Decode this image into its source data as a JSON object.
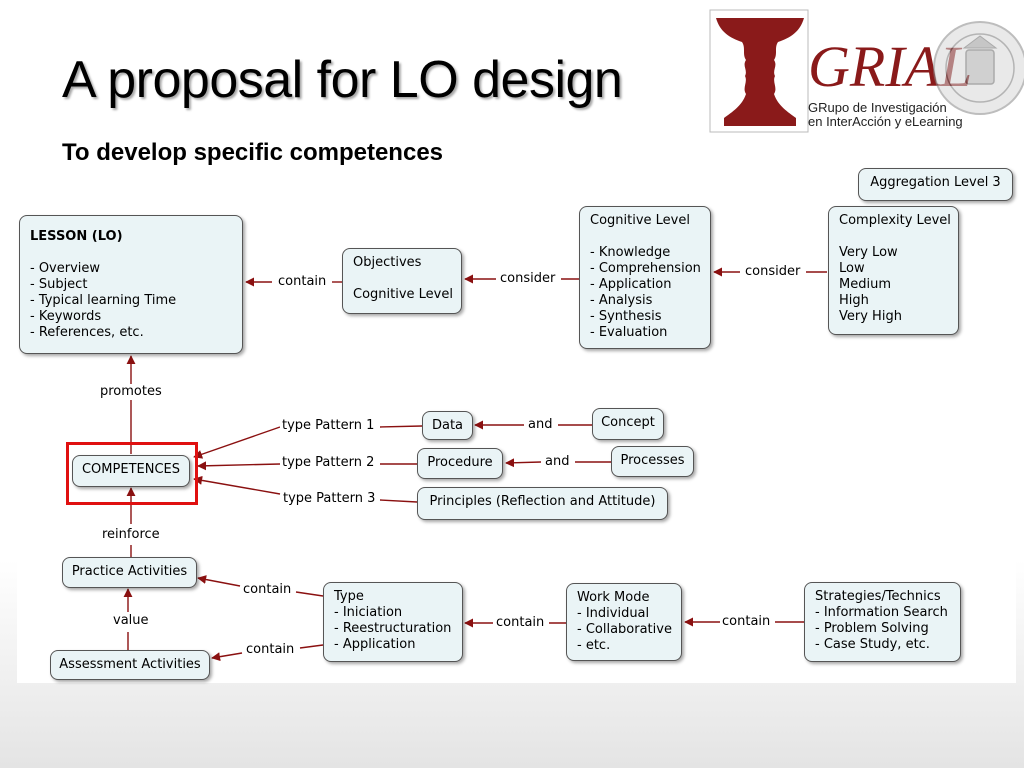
{
  "slide": {
    "title": "A proposal for LO design",
    "subtitle": "To develop specific competences"
  },
  "logo": {
    "letters": "GRIAL",
    "line1": "GRupo de Investigación",
    "line2": "en InterAcción y eLearning"
  },
  "colors": {
    "node_bg": "#eaf4f6",
    "arrow": "#8a1010",
    "highlight": "#e01010",
    "logo_red": "#8a1a1a"
  },
  "nodes": {
    "aggregation": "Aggregation Level  3",
    "lesson": {
      "title": "LESSON (LO)",
      "items": [
        "- Overview",
        "- Subject",
        "- Typical learning Time",
        "- Keywords",
        "- References, etc."
      ]
    },
    "objectives": {
      "line1": "Objectives",
      "line2": "Cognitive Level"
    },
    "cognitive": {
      "title": "Cognitive Level",
      "items": [
        "- Knowledge",
        "- Comprehension",
        "- Application",
        "- Analysis",
        "- Synthesis",
        "- Evaluation"
      ]
    },
    "complexity": {
      "title": "Complexity Level",
      "items": [
        "Very Low",
        "Low",
        "Medium",
        "High",
        "Very High"
      ]
    },
    "competences": "COMPETENCES",
    "data": "Data",
    "concept": "Concept",
    "procedure": "Procedure",
    "processes": "Processes",
    "principles": "Principles (Reflection and Attitude)",
    "practice": "Practice Activities",
    "assessment": "Assessment Activities",
    "type": {
      "title": "Type",
      "items": [
        "- Iniciation",
        "- Reestructuration",
        "- Application"
      ]
    },
    "workmode": {
      "title": "Work Mode",
      "items": [
        "- Individual",
        "- Collaborative",
        "- etc."
      ]
    },
    "strategies": {
      "title": "Strategies/Technics",
      "items": [
        "- Information Search",
        "- Problem Solving",
        "- Case Study, etc."
      ]
    }
  },
  "labels": {
    "contain_objectives": "contain",
    "consider_cognitive": "consider",
    "consider_complexity": "consider",
    "promotes": "promotes",
    "type_pattern_1": "type Pattern 1",
    "type_pattern_2": "type Pattern 2",
    "type_pattern_3": "type Pattern 3",
    "and_concept": "and",
    "and_processes": "and",
    "reinforce": "reinforce",
    "value": "value",
    "contain_practice": "contain",
    "contain_assessment": "contain",
    "contain_type": "contain",
    "contain_workmode": "contain"
  }
}
